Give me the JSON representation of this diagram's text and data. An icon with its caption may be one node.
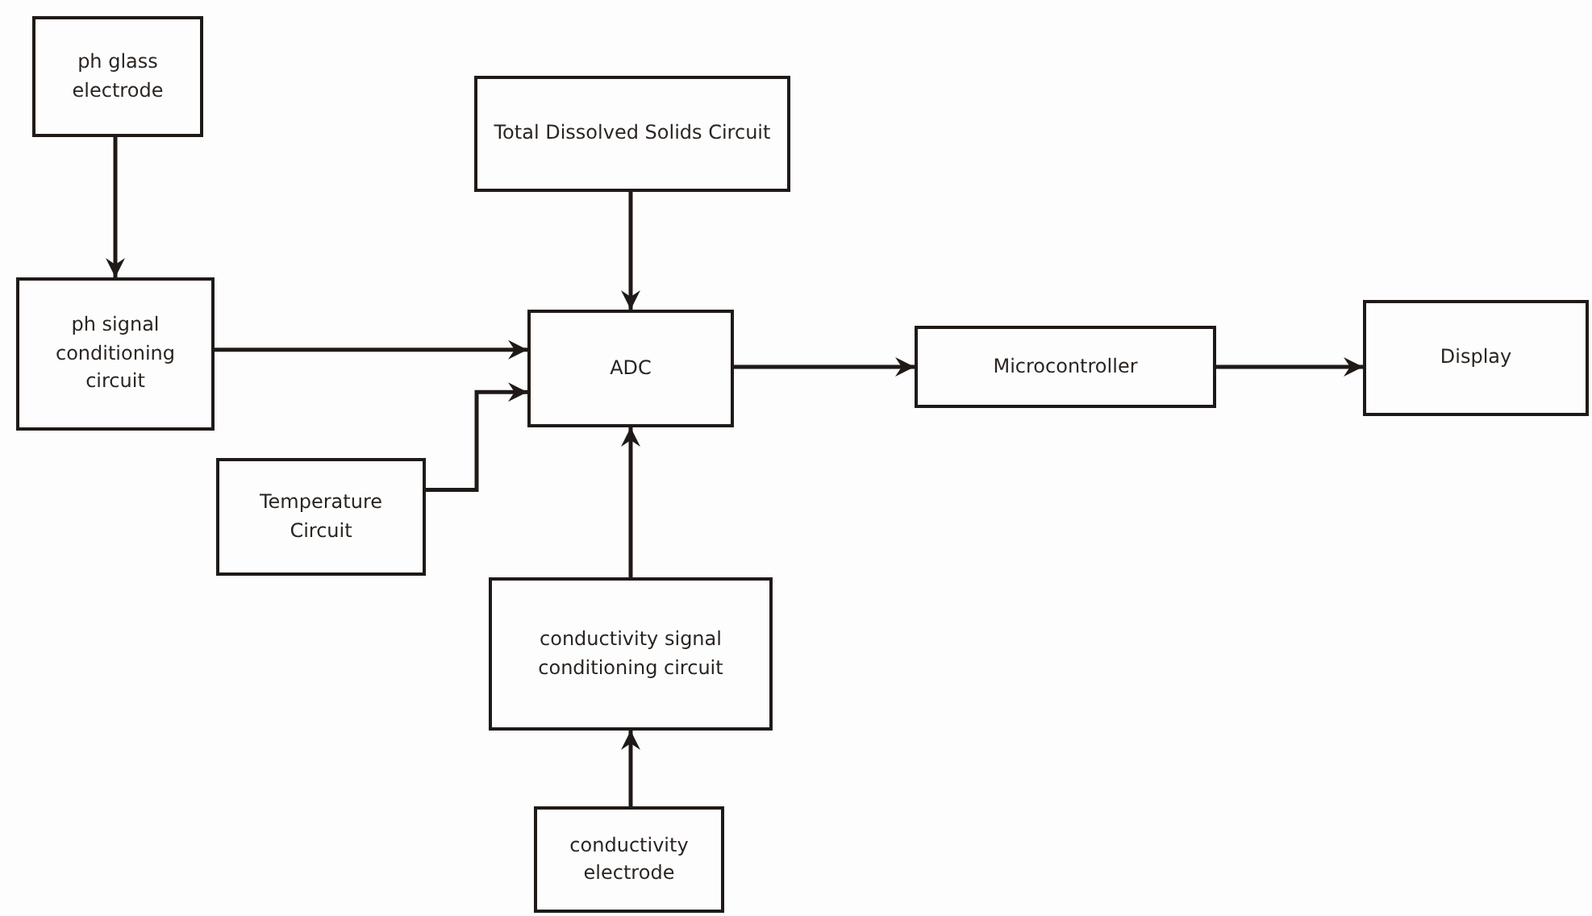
{
  "diagram": {
    "nodes": [
      {
        "text": [
          "ph glass electrode"
        ]
      },
      {
        "text": [
          "Total Dissolved Solids Circuit"
        ]
      },
      {
        "text": [
          "ph signal conditioning circuit"
        ]
      },
      {
        "text": [
          "ADC"
        ]
      },
      {
        "text": [
          "Microcontroller"
        ]
      },
      {
        "text": [
          "Display"
        ]
      },
      {
        "text": [
          "Temperature Circuit"
        ]
      },
      {
        "text": [
          "conductivity signal conditioning circuit"
        ]
      },
      {
        "text": [
          "conductivity electrode"
        ]
      }
    ],
    "edges": [
      {
        "from": 0,
        "to": 2,
        "arrow": "to"
      },
      {
        "from": 1,
        "to": 3,
        "arrow": "to"
      },
      {
        "from": 2,
        "to": 3,
        "arrow": "to"
      },
      {
        "from": 6,
        "to": 3,
        "arrow": "to"
      },
      {
        "from": 7,
        "to": 3,
        "arrow": "to"
      },
      {
        "from": 8,
        "to": 7,
        "arrow": "to"
      },
      {
        "from": 3,
        "to": 4,
        "arrow": "to"
      },
      {
        "from": 4,
        "to": 5,
        "arrow": "to"
      }
    ]
  }
}
